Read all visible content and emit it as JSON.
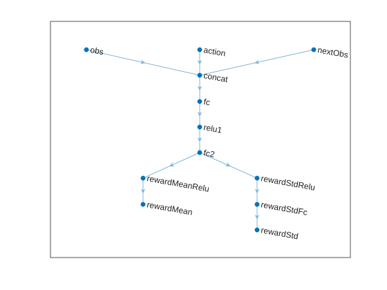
{
  "colors": {
    "node": "#0072bd",
    "edge": "#7fb4d8",
    "frame": "#262626",
    "label": "#1f1f1f"
  },
  "graph": {
    "nodes": [
      {
        "id": "obs",
        "label": "obs"
      },
      {
        "id": "action",
        "label": "action"
      },
      {
        "id": "nextObs",
        "label": "nextObs"
      },
      {
        "id": "concat",
        "label": "concat"
      },
      {
        "id": "fc",
        "label": "fc"
      },
      {
        "id": "relu1",
        "label": "relu1"
      },
      {
        "id": "fc2",
        "label": "fc2"
      },
      {
        "id": "rewardMeanRelu",
        "label": "rewardMeanRelu"
      },
      {
        "id": "rewardMean",
        "label": "rewardMean"
      },
      {
        "id": "rewardStdRelu",
        "label": "rewardStdRelu"
      },
      {
        "id": "rewardStdFc",
        "label": "rewardStdFc"
      },
      {
        "id": "rewardStd",
        "label": "rewardStd"
      }
    ],
    "edges": [
      {
        "from": "obs",
        "to": "concat"
      },
      {
        "from": "action",
        "to": "concat"
      },
      {
        "from": "nextObs",
        "to": "concat"
      },
      {
        "from": "concat",
        "to": "fc"
      },
      {
        "from": "fc",
        "to": "relu1"
      },
      {
        "from": "relu1",
        "to": "fc2"
      },
      {
        "from": "fc2",
        "to": "rewardMeanRelu"
      },
      {
        "from": "fc2",
        "to": "rewardStdRelu"
      },
      {
        "from": "rewardMeanRelu",
        "to": "rewardMean"
      },
      {
        "from": "rewardStdRelu",
        "to": "rewardStdFc"
      },
      {
        "from": "rewardStdFc",
        "to": "rewardStd"
      }
    ]
  }
}
